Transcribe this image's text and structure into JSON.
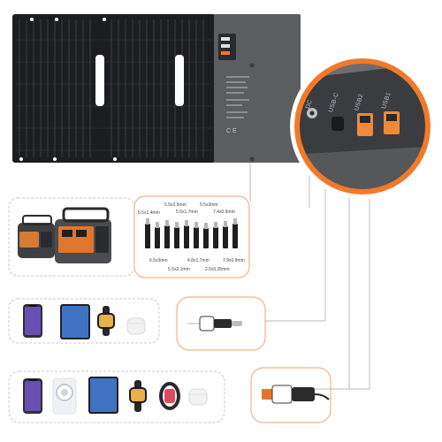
{
  "colors": {
    "accent": "#f07a2a",
    "panel_dark": "#1c1d20",
    "junction_box": "#5b5d60",
    "device_body": "#3a3c40",
    "usb_orange": "#f08a3a"
  },
  "zoom_callout": {
    "port_labels": [
      "DC",
      "USB-C",
      "USB2",
      "USB1"
    ]
  },
  "dc_tips": {
    "top_labels": [
      "5.5x2.5mm",
      "5.5x3mm",
      "5.5x1.7mm",
      "7.4x0.6mm",
      "6.5x1.4mm"
    ],
    "bottom_labels": [
      "4.8x1.7mm",
      "6.5x3mm",
      "5.5x2.1mm",
      "2.5x0.35mm",
      "7.9x0.9mm"
    ]
  },
  "icons": [
    "solar-panel-icon",
    "power-station-icon",
    "phone-icon",
    "tablet-icon",
    "smartwatch-icon",
    "earbuds-icon",
    "usb-c-cable-icon",
    "usb-a-cable-icon",
    "fitness-band-icon",
    "magsafe-charger-icon"
  ]
}
